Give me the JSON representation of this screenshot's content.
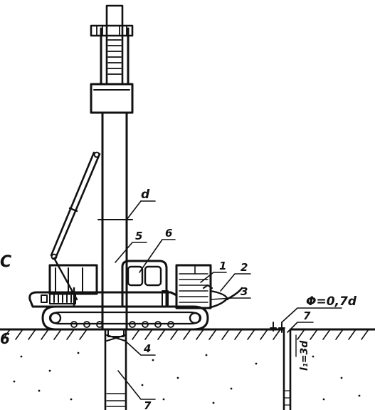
{
  "labels": {
    "d": "d",
    "n1": "1",
    "n2": "2",
    "n3": "3",
    "n4": "4",
    "n5": "5",
    "n6": "6",
    "n7_left": "7",
    "n7_right": "7",
    "phi": "Φ=0,7d",
    "depth": "l₁=3d",
    "ghost_1": "Ϲ",
    "ghost_2": "6"
  },
  "colors": {
    "ink": "#111111",
    "paper": "#ffffff"
  }
}
